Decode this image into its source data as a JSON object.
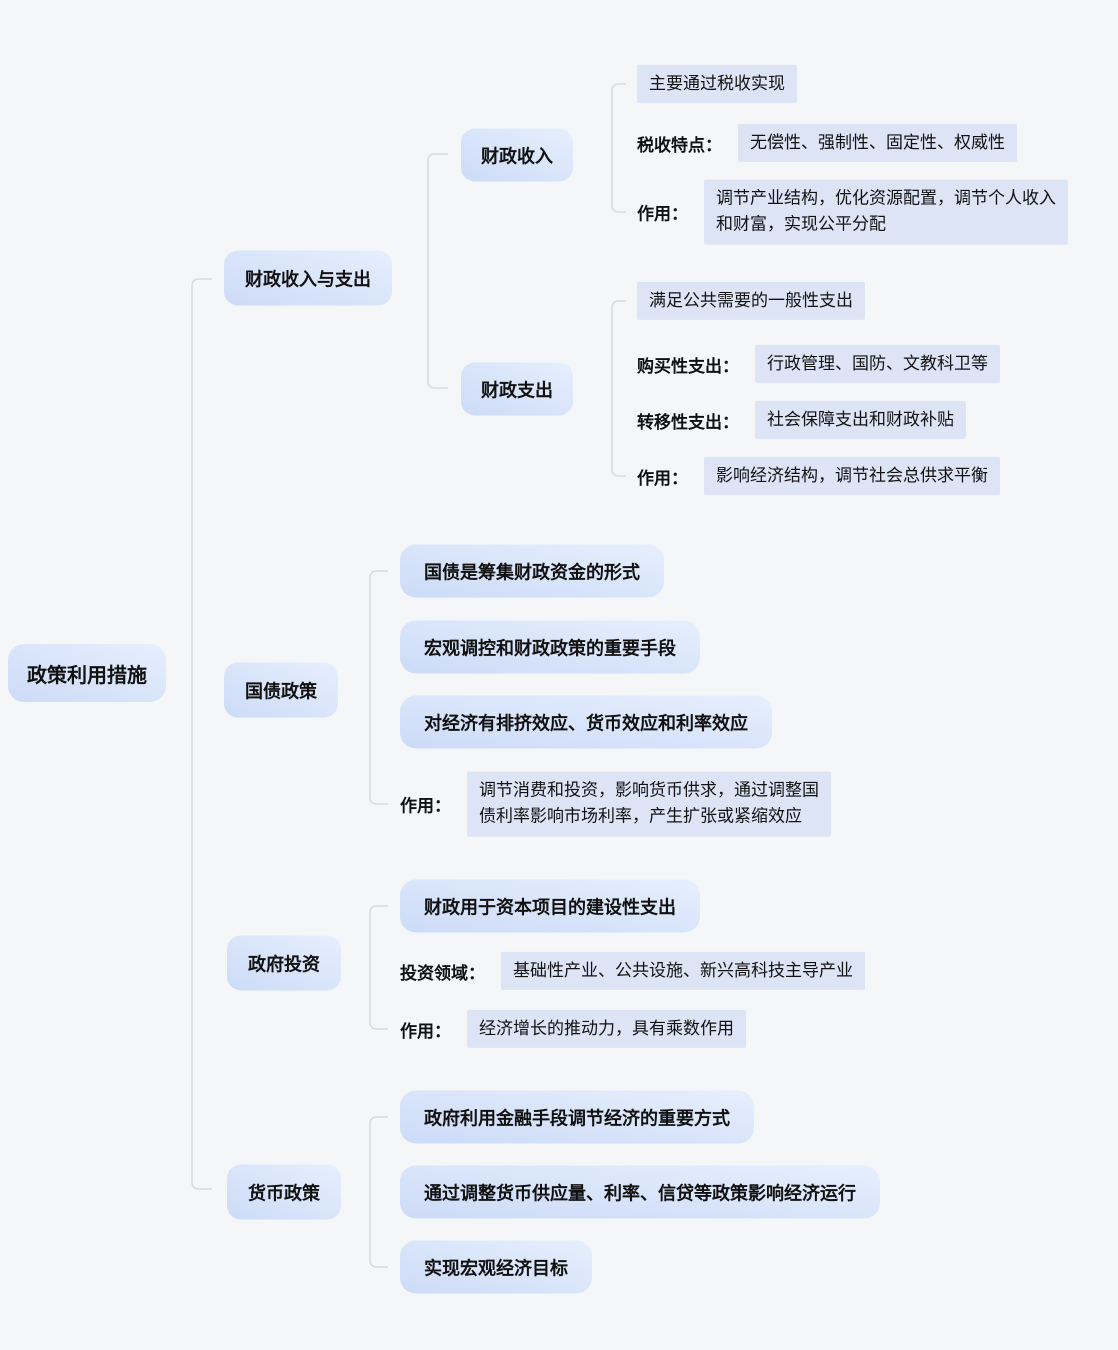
{
  "colors": {
    "background": "#f5f6f8",
    "node_gradient_start": "#ccdbf7",
    "node_gradient_end": "#e6effd",
    "highlight_bg": "#dde4f6",
    "connector": "#d8dade",
    "text": "#111111"
  },
  "root": {
    "label": "政策利用措施"
  },
  "branches": [
    {
      "label": "财政收入与支出",
      "subs": [
        {
          "label": "财政收入",
          "note": "主要通过税收实现",
          "rows": [
            {
              "label": "税收特点：",
              "value": "无偿性、强制性、固定性、权威性"
            },
            {
              "label": "作用：",
              "value": "调节产业结构，优化资源配置，调节个人收入\n和财富，实现公平分配"
            }
          ]
        },
        {
          "label": "财政支出",
          "note": "满足公共需要的一般性支出",
          "rows": [
            {
              "label": "购买性支出：",
              "value": "行政管理、国防、文教科卫等"
            },
            {
              "label": "转移性支出：",
              "value": "社会保障支出和财政补贴"
            },
            {
              "label": "作用：",
              "value": "影响经济结构，调节社会总供求平衡"
            }
          ]
        }
      ]
    },
    {
      "label": "国债政策",
      "topics": [
        "国债是筹集财政资金的形式",
        "宏观调控和财政政策的重要手段",
        "对经济有排挤效应、货币效应和利率效应"
      ],
      "rows": [
        {
          "label": "作用：",
          "value": "调节消费和投资，影响货币供求，通过调整国\n债利率影响市场利率，产生扩张或紧缩效应"
        }
      ]
    },
    {
      "label": "政府投资",
      "topics": [
        "财政用于资本项目的建设性支出"
      ],
      "rows": [
        {
          "label": "投资领域：",
          "value": "基础性产业、公共设施、新兴高科技主导产业"
        },
        {
          "label": "作用：",
          "value": "经济增长的推动力，具有乘数作用"
        }
      ]
    },
    {
      "label": "货币政策",
      "topics": [
        "政府利用金融手段调节经济的重要方式",
        "通过调整货币供应量、利率、信贷等政策影响经济运行",
        "实现宏观经济目标"
      ],
      "rows": []
    }
  ]
}
